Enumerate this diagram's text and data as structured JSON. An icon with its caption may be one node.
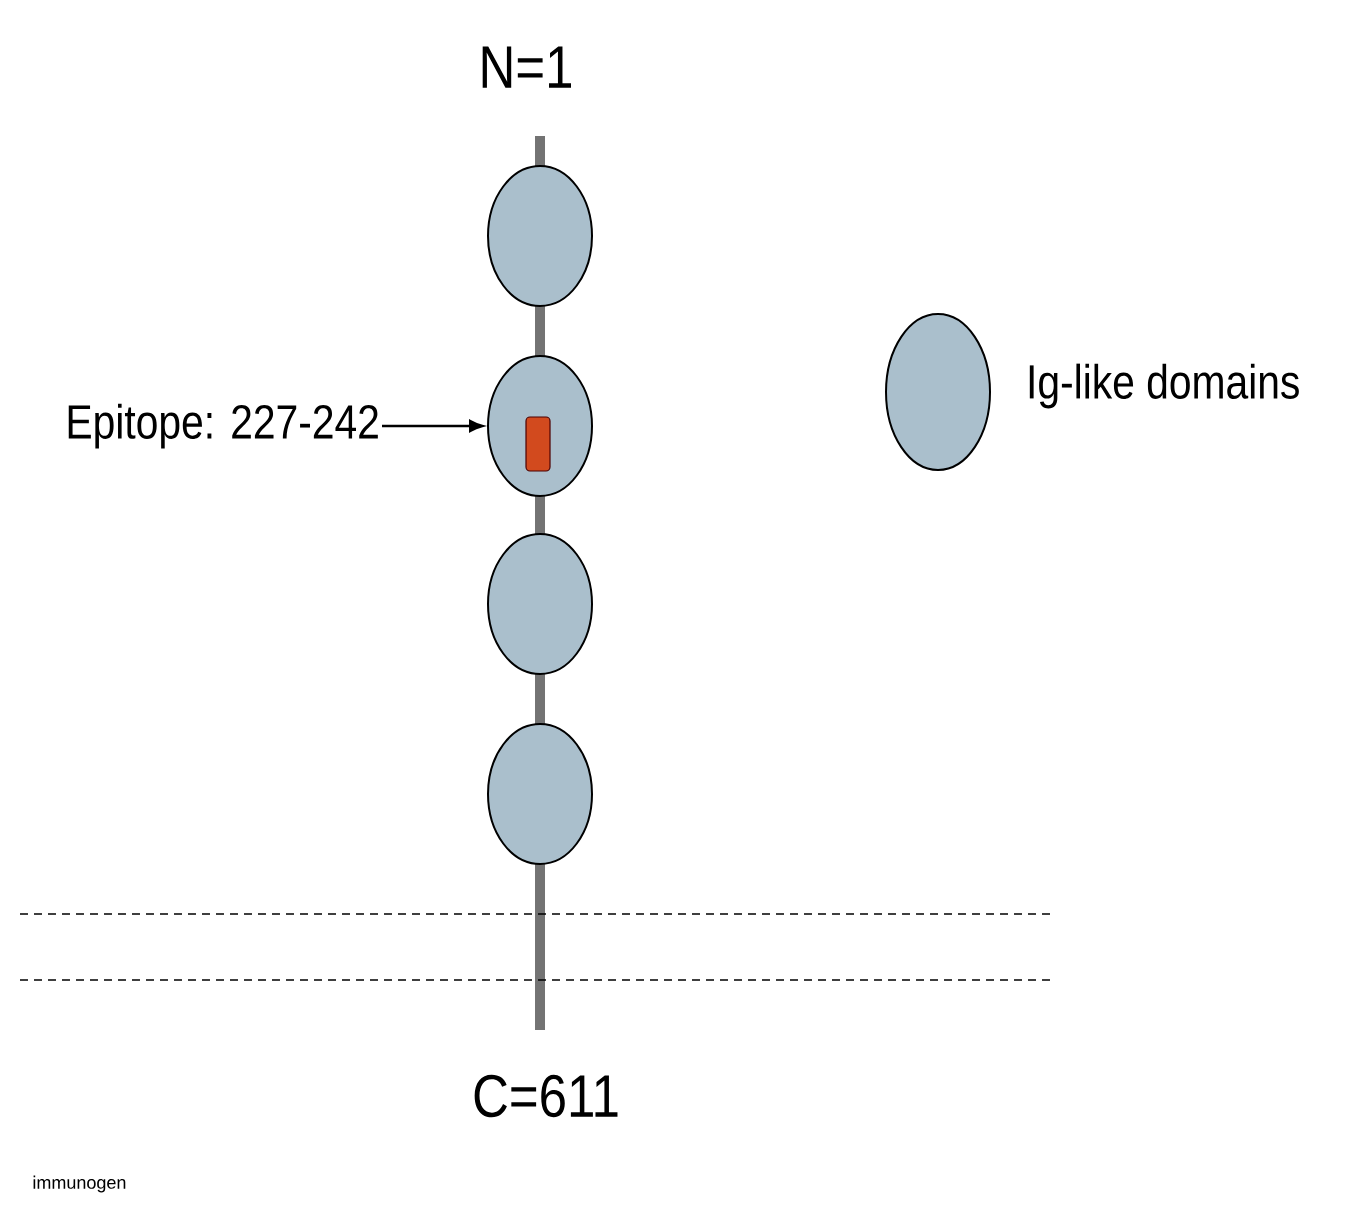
{
  "diagram": {
    "nodes": [
      {
        "text": [],
        "shape": "ellipse"
      },
      {
        "text": [
          "Epitope: 227-242"
        ]
      },
      {
        "text": [],
        "shape": "ellipse"
      },
      {
        "text": [],
        "shape": "bar",
        "in": 2
      },
      {
        "text": [],
        "shape": "ellipse"
      },
      {
        "text": [],
        "shape": "ellipse"
      }
    ],
    "edges": [
      {
        "from": 1,
        "to": 2,
        "arrow": "to"
      }
    ],
    "labels": [
      "N=1",
      "C=611",
      "immunogen"
    ],
    "legend": [
      {
        "text": "Ig-like domains",
        "color": "#aabfcc"
      }
    ]
  }
}
